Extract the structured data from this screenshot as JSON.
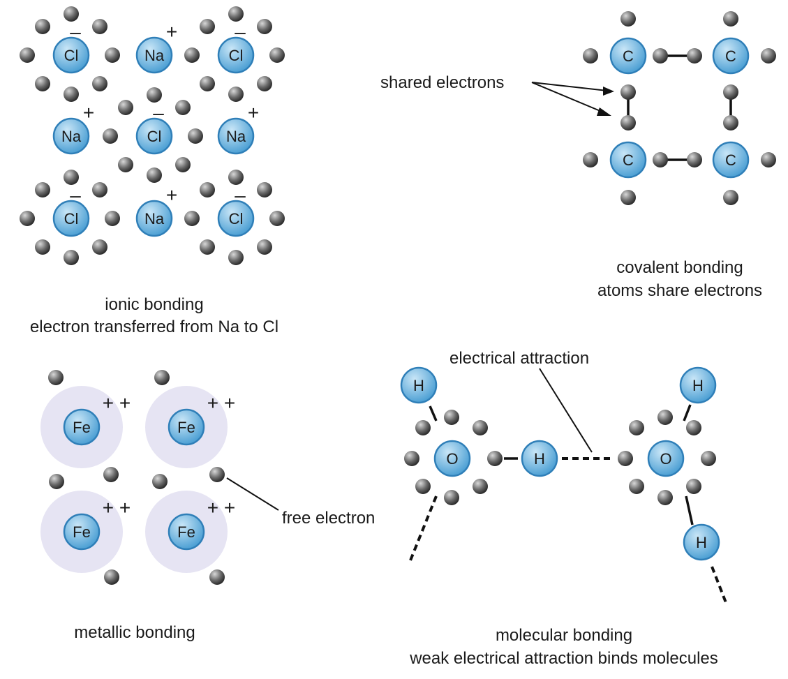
{
  "colors": {
    "atom_fill_light": "#c9e6f7",
    "atom_fill_dark": "#4a9ed3",
    "atom_stroke": "#2f7fb8",
    "electron_light": "#d8d8d8",
    "electron_dark": "#222222",
    "ion_halo": "#e6e4f3",
    "line": "#111111"
  },
  "ionic": {
    "caption_line1": "ionic bonding",
    "caption_line2": "electron transferred from Na to Cl",
    "cl_symbol": "Cl",
    "na_symbol": "Na",
    "cl_charge": "–",
    "na_charge": "+"
  },
  "covalent": {
    "caption_line1": "covalent bonding",
    "caption_line2": "atoms share electrons",
    "shared_label": "shared electrons",
    "c_symbol": "C"
  },
  "metallic": {
    "caption": "metallic bonding",
    "free_electron_label": "free electron",
    "fe_symbol": "Fe",
    "fe_charge": "+ +"
  },
  "molecular": {
    "caption_line1": "molecular bonding",
    "caption_line2": "weak electrical attraction binds molecules",
    "attraction_label": "electrical attraction",
    "o_symbol": "O",
    "h_symbol": "H"
  }
}
